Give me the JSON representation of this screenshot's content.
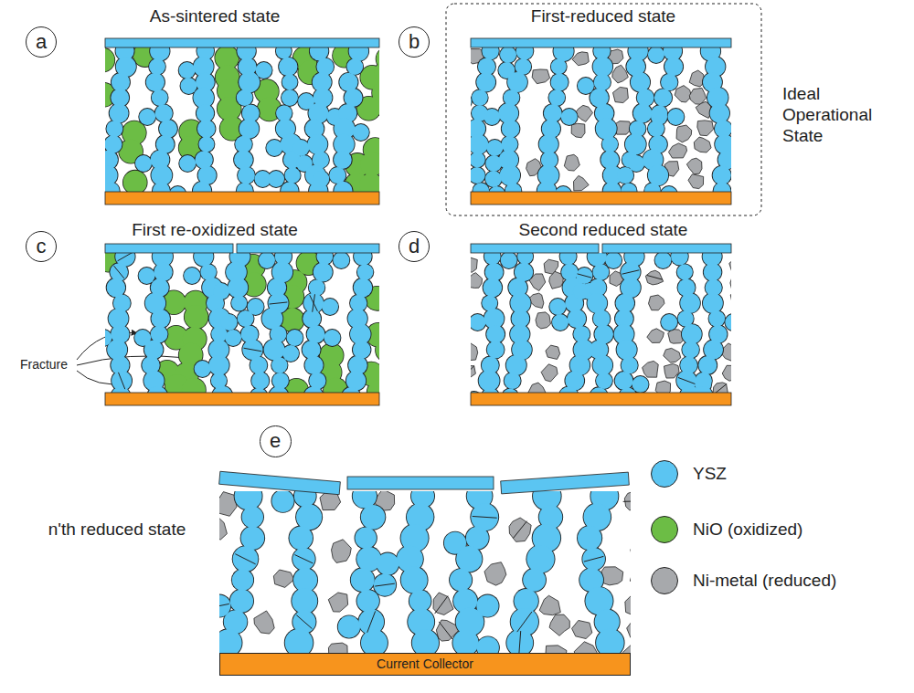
{
  "diagram": {
    "nodes": [
      {
        "text": [
          "a"
        ]
      },
      {
        "text": [
          "b"
        ]
      },
      {
        "text": [
          "c"
        ]
      },
      {
        "text": [
          "d"
        ]
      },
      {
        "text": [
          "e"
        ]
      },
      {
        "text": [
          "Current Collector"
        ]
      }
    ],
    "labels": [
      "As-sintered state",
      "First-reduced state",
      "Ideal Operational State",
      "First re-oxidized state",
      "Fracture",
      "Second reduced state",
      "n'th reduced state"
    ],
    "legend": [
      {
        "text": "YSZ",
        "color": "#5bc5f2"
      },
      {
        "text": "NiO (oxidized)",
        "color": "#6cbd45"
      },
      {
        "text": "Ni-metal (reduced)",
        "color": "#a7a9ac"
      }
    ]
  }
}
